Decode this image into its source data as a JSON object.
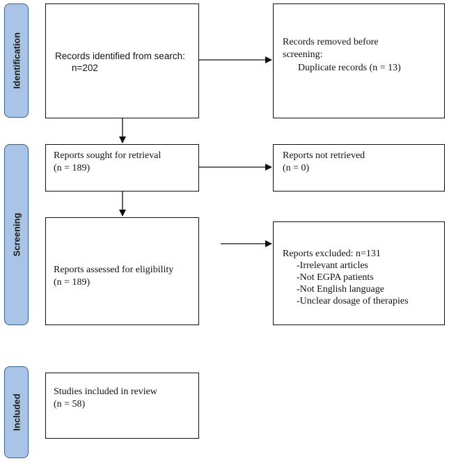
{
  "phases": {
    "identification": "Identification",
    "screening": "Screening",
    "included": "Included"
  },
  "boxes": {
    "records_identified": {
      "line1": "Records identified from search:",
      "line2": "n=202"
    },
    "records_removed": {
      "line1": "Records removed before",
      "line2": "screening:",
      "line3": "Duplicate records (n = 13)"
    },
    "reports_sought": {
      "line1": "Reports sought for retrieval",
      "line2": "(n = 189)"
    },
    "reports_not_retrieved": {
      "line1": "Reports not retrieved",
      "line2": "(n = 0)"
    },
    "reports_assessed": {
      "line1": "Reports assessed for eligibility",
      "line2": "(n = 189)"
    },
    "reports_excluded": {
      "line1": "Reports excluded: n=131",
      "reasons": [
        "-Irrelevant articles",
        "-Not EGPA patients",
        "-Not English language",
        "-Unclear dosage of therapies"
      ]
    },
    "studies_included": {
      "line1": "Studies included in review",
      "line2": "(n = 58)"
    }
  }
}
